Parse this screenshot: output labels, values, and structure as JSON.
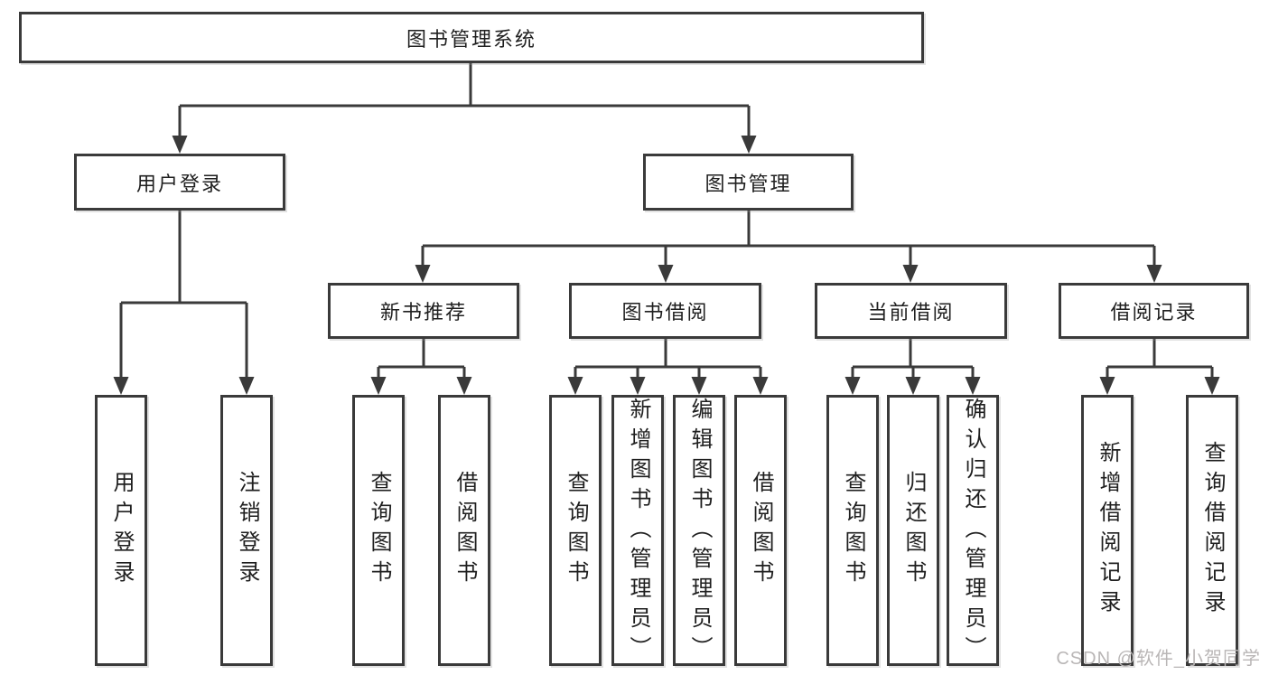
{
  "colors": {
    "line": "#3a3a3a",
    "text": "#1f1f1f",
    "watermark": "#b9b6b6",
    "background": "#ffffff"
  },
  "watermark": {
    "text": "CSDN @软件_小贺同学"
  },
  "diagram": {
    "root": {
      "label": "图书管理系统"
    },
    "level2": [
      {
        "id": "user-login",
        "label": "用户登录"
      },
      {
        "id": "book-management",
        "label": "图书管理"
      }
    ],
    "level3": [
      {
        "id": "new-book-recommend",
        "label": "新书推荐"
      },
      {
        "id": "book-borrow",
        "label": "图书借阅"
      },
      {
        "id": "current-borrow",
        "label": "当前借阅"
      },
      {
        "id": "borrow-records",
        "label": "借阅记录"
      }
    ],
    "leaves": [
      {
        "id": "user-login-leaf",
        "label": "用户登录"
      },
      {
        "id": "logout-leaf",
        "label": "注销登录"
      },
      {
        "id": "query-books-recommend",
        "label": "查询图书"
      },
      {
        "id": "borrow-books-recommend",
        "label": "借阅图书"
      },
      {
        "id": "query-books-borrow",
        "label": "查询图书"
      },
      {
        "id": "add-books-admin",
        "label": "新增图书（管理员）"
      },
      {
        "id": "edit-books-admin",
        "label": "编辑图书（管理员）"
      },
      {
        "id": "borrow-books",
        "label": "借阅图书"
      },
      {
        "id": "query-books-current",
        "label": "查询图书"
      },
      {
        "id": "return-books",
        "label": "归还图书"
      },
      {
        "id": "confirm-return-admin",
        "label": "确认归还（管理员）"
      },
      {
        "id": "add-borrow-record",
        "label": "新增借阅记录"
      },
      {
        "id": "query-borrow-record",
        "label": "查询借阅记录"
      }
    ]
  }
}
